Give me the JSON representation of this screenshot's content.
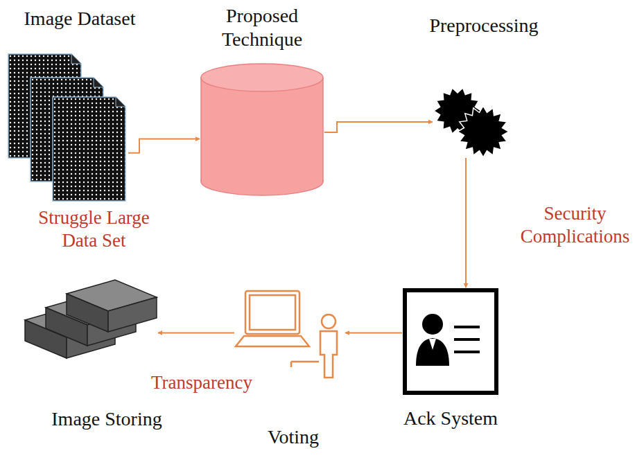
{
  "diagram": {
    "nodes": [
      {
        "text": [
          "Image Dataset"
        ]
      },
      {
        "text": [
          "Proposed Technique"
        ]
      },
      {
        "text": [
          "Preprocessing"
        ]
      },
      {
        "text": [
          "Ack System"
        ]
      },
      {
        "text": [
          "Voting"
        ]
      },
      {
        "text": [
          "Image Storing"
        ]
      }
    ],
    "edges": [
      {
        "from": 0,
        "to": 1,
        "arrow": "to",
        "label": "Struggle Large Data Set"
      },
      {
        "from": 1,
        "to": 2,
        "arrow": "to"
      },
      {
        "from": 2,
        "to": 3,
        "arrow": "to",
        "label": "Security Complications"
      },
      {
        "from": 3,
        "to": 4,
        "arrow": "to"
      },
      {
        "from": 4,
        "to": 5,
        "arrow": "to",
        "label": "Transparency"
      }
    ]
  }
}
